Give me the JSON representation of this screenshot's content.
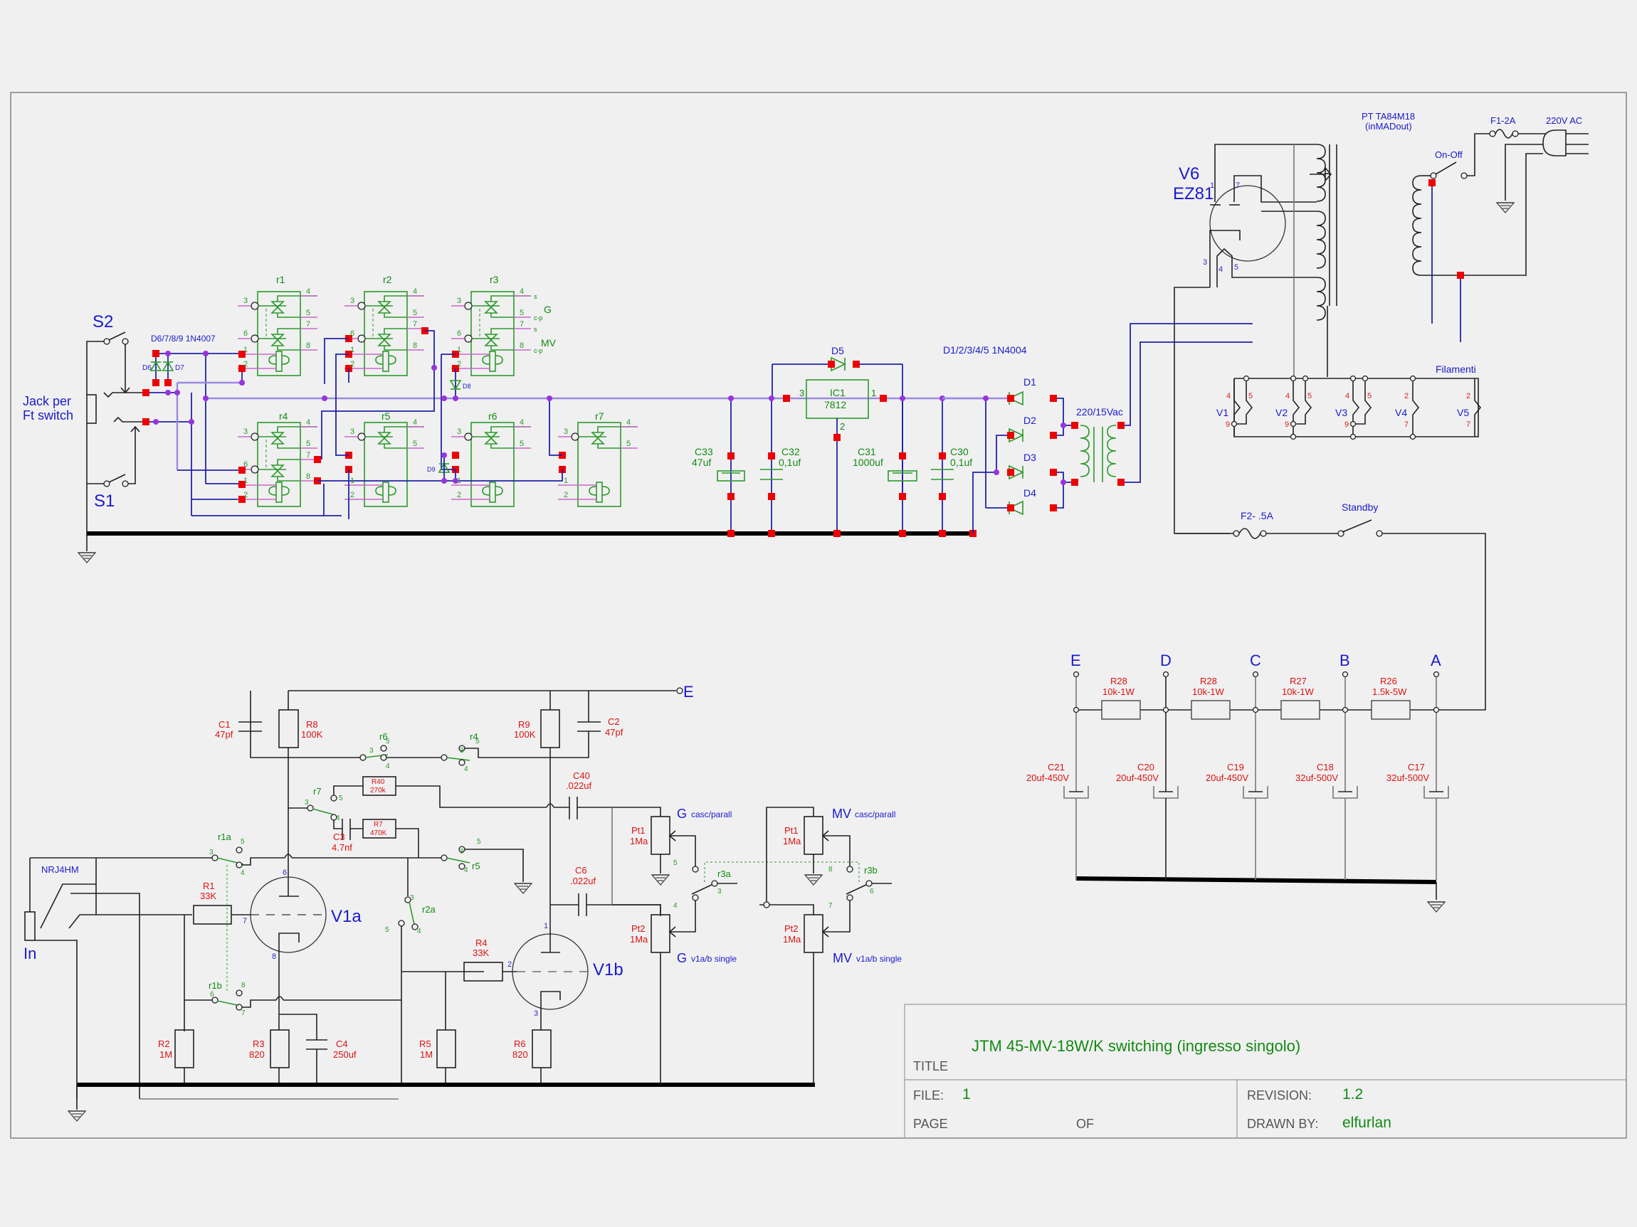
{
  "title_block": {
    "title_label": "TITLE",
    "title": "JTM 45-MV-18W/K switching (ingresso singolo)",
    "file_label": "FILE:",
    "file": "1",
    "page_label": "PAGE",
    "of_label": "OF",
    "revision_label": "REVISION:",
    "revision": "1.2",
    "drawn_by_label": "DRAWN BY:",
    "drawn_by": "elfurlan"
  },
  "footswitch": {
    "s2": "S2",
    "s1": "S1",
    "jack_line1": "Jack per",
    "jack_line2": "Ft switch",
    "diodes_note": "D6/7/8/9 1N4007",
    "d6": "D6",
    "d7": "D7",
    "d8": "D8",
    "d9": "D9"
  },
  "relays": [
    {
      "name": "r1"
    },
    {
      "name": "r2"
    },
    {
      "name": "r3"
    },
    {
      "name": "r4"
    },
    {
      "name": "r5"
    },
    {
      "name": "r6"
    },
    {
      "name": "r7"
    }
  ],
  "relay_pins": [
    "3",
    "4",
    "5",
    "6",
    "7",
    "8",
    "1",
    "2"
  ],
  "relay_r3_side": {
    "s": "s",
    "cp": "c-p",
    "g": "G",
    "mv": "MV"
  },
  "regulator": {
    "d5": "D5",
    "ic_name": "IC1",
    "ic_part": "7812",
    "pin_in": "3",
    "pin_out": "1",
    "pin_gnd": "2",
    "c33_name": "C33",
    "c33_val": "47uf",
    "c32_name": "C32",
    "c32_val": "0,1uf",
    "c31_name": "C31",
    "c31_val": "1000uf",
    "c30_name": "C30",
    "c30_val": "0,1uf"
  },
  "bridge": {
    "note": "D1/2/3/4/5  1N4004",
    "d1": "D1",
    "d2": "D2",
    "d3": "D3",
    "d4": "D4",
    "transformer": "220/15Vac"
  },
  "power": {
    "v6_name": "V6",
    "v6_part": "EZ81",
    "v6_pins": [
      "1",
      "7",
      "3",
      "4",
      "5"
    ],
    "pt_line1": "PT TA84M18",
    "pt_line2": "(inMADout)",
    "fuse1": "F1-2A",
    "mains": "220V AC",
    "onoff": "On-Off",
    "filaments": "Filamenti",
    "fuse2": "F2- .5A",
    "standby": "Standby"
  },
  "heaters": [
    {
      "name": "V1",
      "top_pins": [
        "4",
        "5"
      ],
      "bottom_pin": "9"
    },
    {
      "name": "V2",
      "top_pins": [
        "4",
        "5"
      ],
      "bottom_pin": "9"
    },
    {
      "name": "V3",
      "top_pins": [
        "4",
        "5"
      ],
      "bottom_pin": "9"
    },
    {
      "name": "V4",
      "top_pins": [
        "2"
      ],
      "bottom_pin": "7"
    },
    {
      "name": "V5",
      "top_pins": [
        "2"
      ],
      "bottom_pin": "7"
    }
  ],
  "supply_nodes": [
    "E",
    "D",
    "C",
    "B",
    "A"
  ],
  "supply_resistors": [
    {
      "name": "R28",
      "value": "10k-1W"
    },
    {
      "name": "R28",
      "value": "10k-1W"
    },
    {
      "name": "R27",
      "value": "10k-1W"
    },
    {
      "name": "R26",
      "value": "1.5k-5W"
    }
  ],
  "supply_caps": [
    {
      "name": "C21",
      "value": "20uf-450V"
    },
    {
      "name": "C20",
      "value": "20uf-450V"
    },
    {
      "name": "C19",
      "value": "20uf-450V"
    },
    {
      "name": "C18",
      "value": "32uf-500V"
    },
    {
      "name": "C17",
      "value": "32uf-500V"
    }
  ],
  "preamp": {
    "input_jack": "NRJ4HM",
    "input_label": "In",
    "node_e": "E",
    "v1a": "V1a",
    "v1b": "V1b",
    "c1_name": "C1",
    "c1_val": "47pf",
    "r8_name": "R8",
    "r8_val": "100K",
    "r9_name": "R9",
    "r9_val": "100K",
    "c2_name": "C2",
    "c2_val": "47pf",
    "r40_name": "R40",
    "r40_val": "270k",
    "r7_name": "R7",
    "r7_val": "470K",
    "c3_name": "C3",
    "c3_val": "4.7nf",
    "c40_name": "C40",
    "c40_val": ".022uf",
    "c6_name": "C6",
    "c6_val": ".022uf",
    "r1_name": "R1",
    "r1_val": "33K",
    "r2_name": "R2",
    "r2_val": "1M",
    "r3_name": "R3",
    "r3_val": "820",
    "c4_name": "C4",
    "c4_val": "250uf",
    "r4_name": "R4",
    "r4_val": "33K",
    "r5_name": "R5",
    "r5_val": "1M",
    "r6_name": "R6",
    "r6_val": "820",
    "sw_r6": "r6",
    "sw_r4": "r4",
    "sw_r7": "r7",
    "sw_r5": "r5",
    "sw_r1a": "r1a",
    "sw_r1b": "r1b",
    "sw_r2a": "r2a",
    "sw_r3a": "r3a",
    "sw_r3b": "r3b",
    "tube_pins_v1a": [
      "6",
      "7",
      "8"
    ],
    "tube_pins_v1b": [
      "1",
      "2",
      "3"
    ]
  },
  "pots": {
    "g_pt1_name": "Pt1",
    "g_pt1_val": "1Ma",
    "g_pt2_name": "Pt2",
    "g_pt2_val": "1Ma",
    "mv_pt1_name": "Pt1",
    "mv_pt1_val": "1Ma",
    "mv_pt2_name": "Pt2",
    "mv_pt2_val": "1Ma",
    "g_top_big": "G",
    "g_top_small": "casc/parall",
    "g_bot_big": "G",
    "g_bot_small": "v1a/b single",
    "mv_top_big": "MV",
    "mv_top_small": "casc/parall",
    "mv_bot_big": "MV",
    "mv_bot_small": "v1a/b single"
  }
}
